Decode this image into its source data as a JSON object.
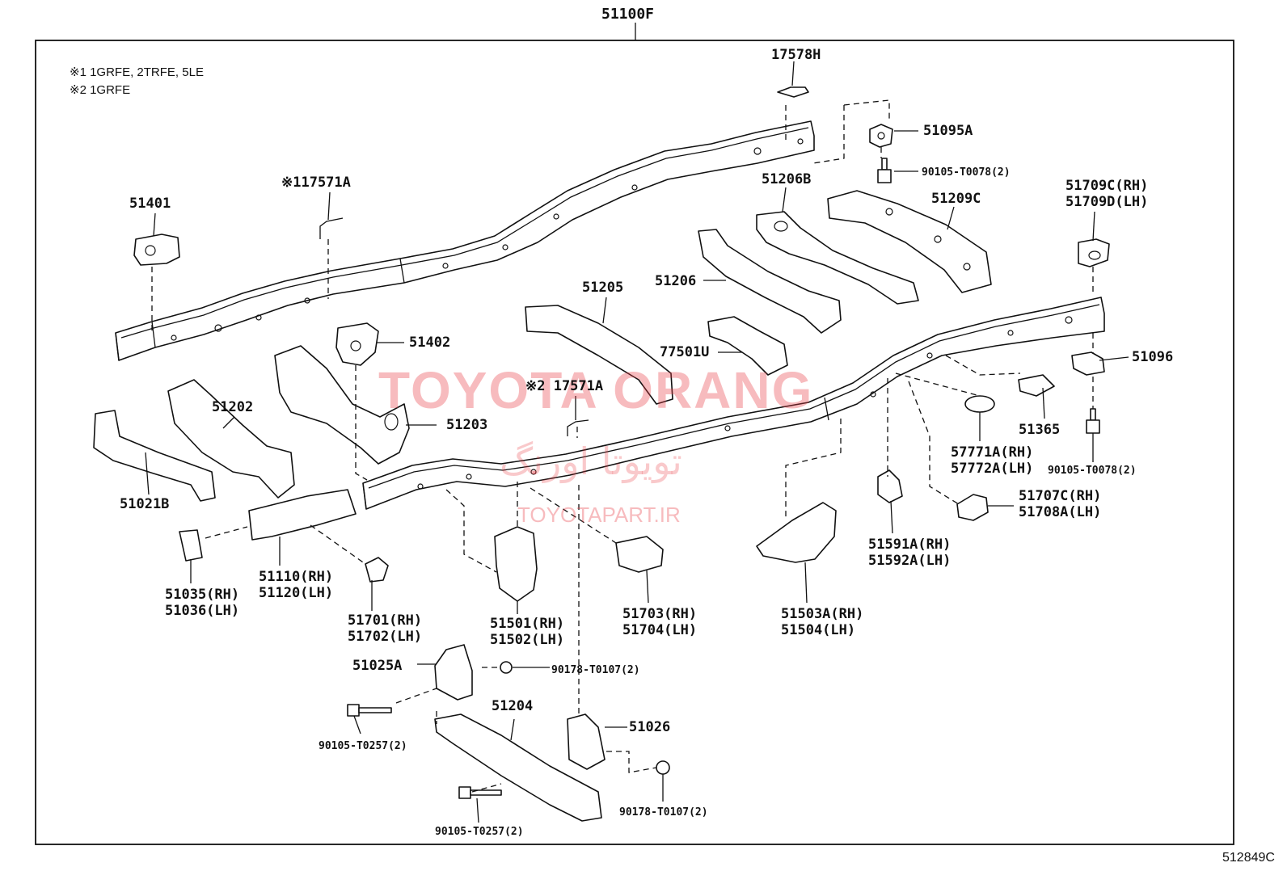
{
  "main_part": "51100F",
  "diagram_code": "512849C",
  "notes": [
    "※1 1GRFE, 2TRFE, 5LE",
    "※2 1GRFE"
  ],
  "watermark": {
    "brand": "TOYOTA ORANG",
    "persian": "تویوتا اورنگ",
    "url": "TOYOTAPART.IR"
  },
  "labels": {
    "p17578H": "17578H",
    "p51095A": "51095A",
    "p90105_T0078_a": "90105-T0078(2)",
    "p51206B": "51206B",
    "p51209C": "51209C",
    "p51709": [
      "51709C(RH)",
      "51709D(LH)"
    ],
    "p17571A_1": "※117571A",
    "p51401": "51401",
    "p51205": "51205",
    "p51206": "51206",
    "p51402": "51402",
    "p77501U": "77501U",
    "p51096": "51096",
    "p51202": "51202",
    "p17571A_2": "※2 17571A",
    "p51203": "51203",
    "p51365": "51365",
    "p51021B": "51021B",
    "p57771A": [
      "57771A(RH)",
      "57772A(LH)"
    ],
    "p90105_T0078_b": "90105-T0078(2)",
    "p51707": [
      "51707C(RH)",
      "51708A(LH)"
    ],
    "p51591": [
      "51591A(RH)",
      "51592A(LH)"
    ],
    "p51035": [
      "51035(RH)",
      "51036(LH)"
    ],
    "p51110": [
      "51110(RH)",
      "51120(LH)"
    ],
    "p51701": [
      "51701(RH)",
      "51702(LH)"
    ],
    "p51501": [
      "51501(RH)",
      "51502(LH)"
    ],
    "p51703": [
      "51703(RH)",
      "51704(LH)"
    ],
    "p51503": [
      "51503A(RH)",
      "51504(LH)"
    ],
    "p51025A": "51025A",
    "p90178_T0107_a": "90178-T0107(2)",
    "p51204": "51204",
    "p51026": "51026",
    "p90105_T0257_a": "90105-T0257(2)",
    "p90178_T0107_b": "90178-T0107(2)",
    "p90105_T0257_b": "90105-T0257(2)"
  }
}
